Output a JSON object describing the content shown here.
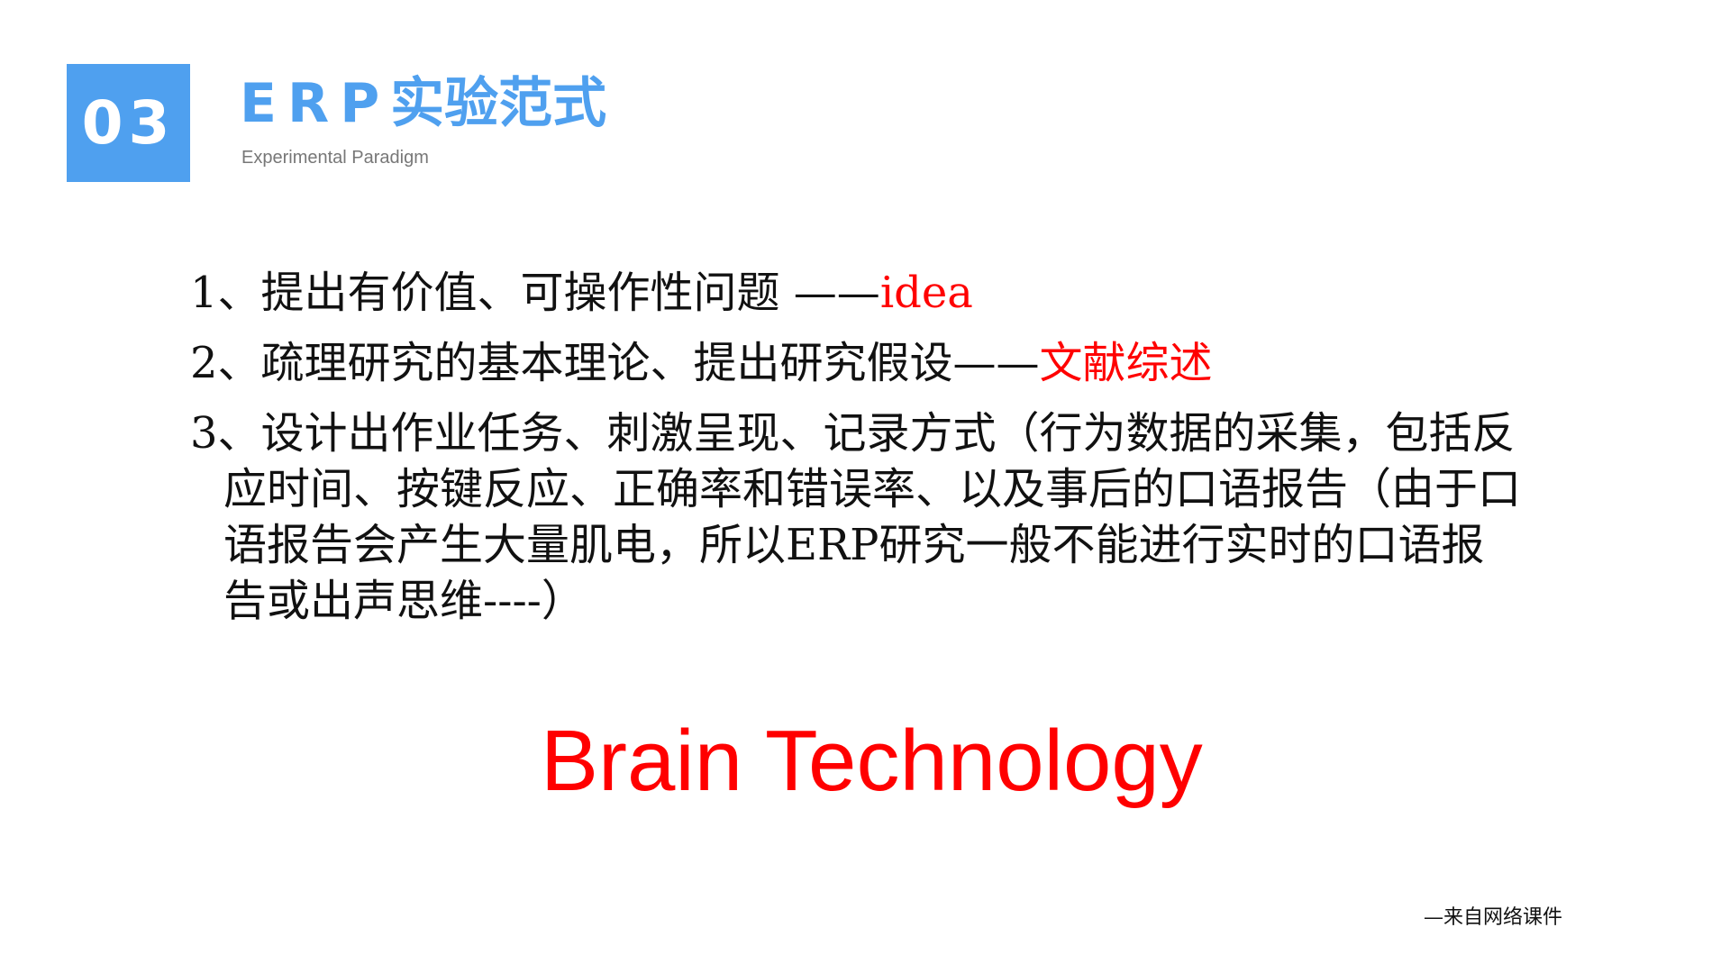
{
  "header": {
    "number": "03",
    "title_latin": "ERP",
    "title_cjk": "实验范式",
    "subtitle": "Experimental Paradigm"
  },
  "items": [
    {
      "text": "1、提出有价值、可操作性问题 ——",
      "highlight": "idea"
    },
    {
      "text": "2、疏理研究的基本理论、提出研究假设——",
      "highlight": "文献综述"
    },
    {
      "text": "3、设计出作业任务、刺激呈现、记录方式（行为数据的采集，包括反应时间、按键反应、正确率和错误率、以及事后的口语报告（由于口语报告会产生大量肌电，所以ERP研究一般不能进行实时的口语报告或出声思维----）",
      "highlight": ""
    }
  ],
  "watermark": "Brain Technology",
  "footer": "—来自网络课件",
  "colors": {
    "accent": "#4fa0ef",
    "highlight": "#ff0000"
  }
}
